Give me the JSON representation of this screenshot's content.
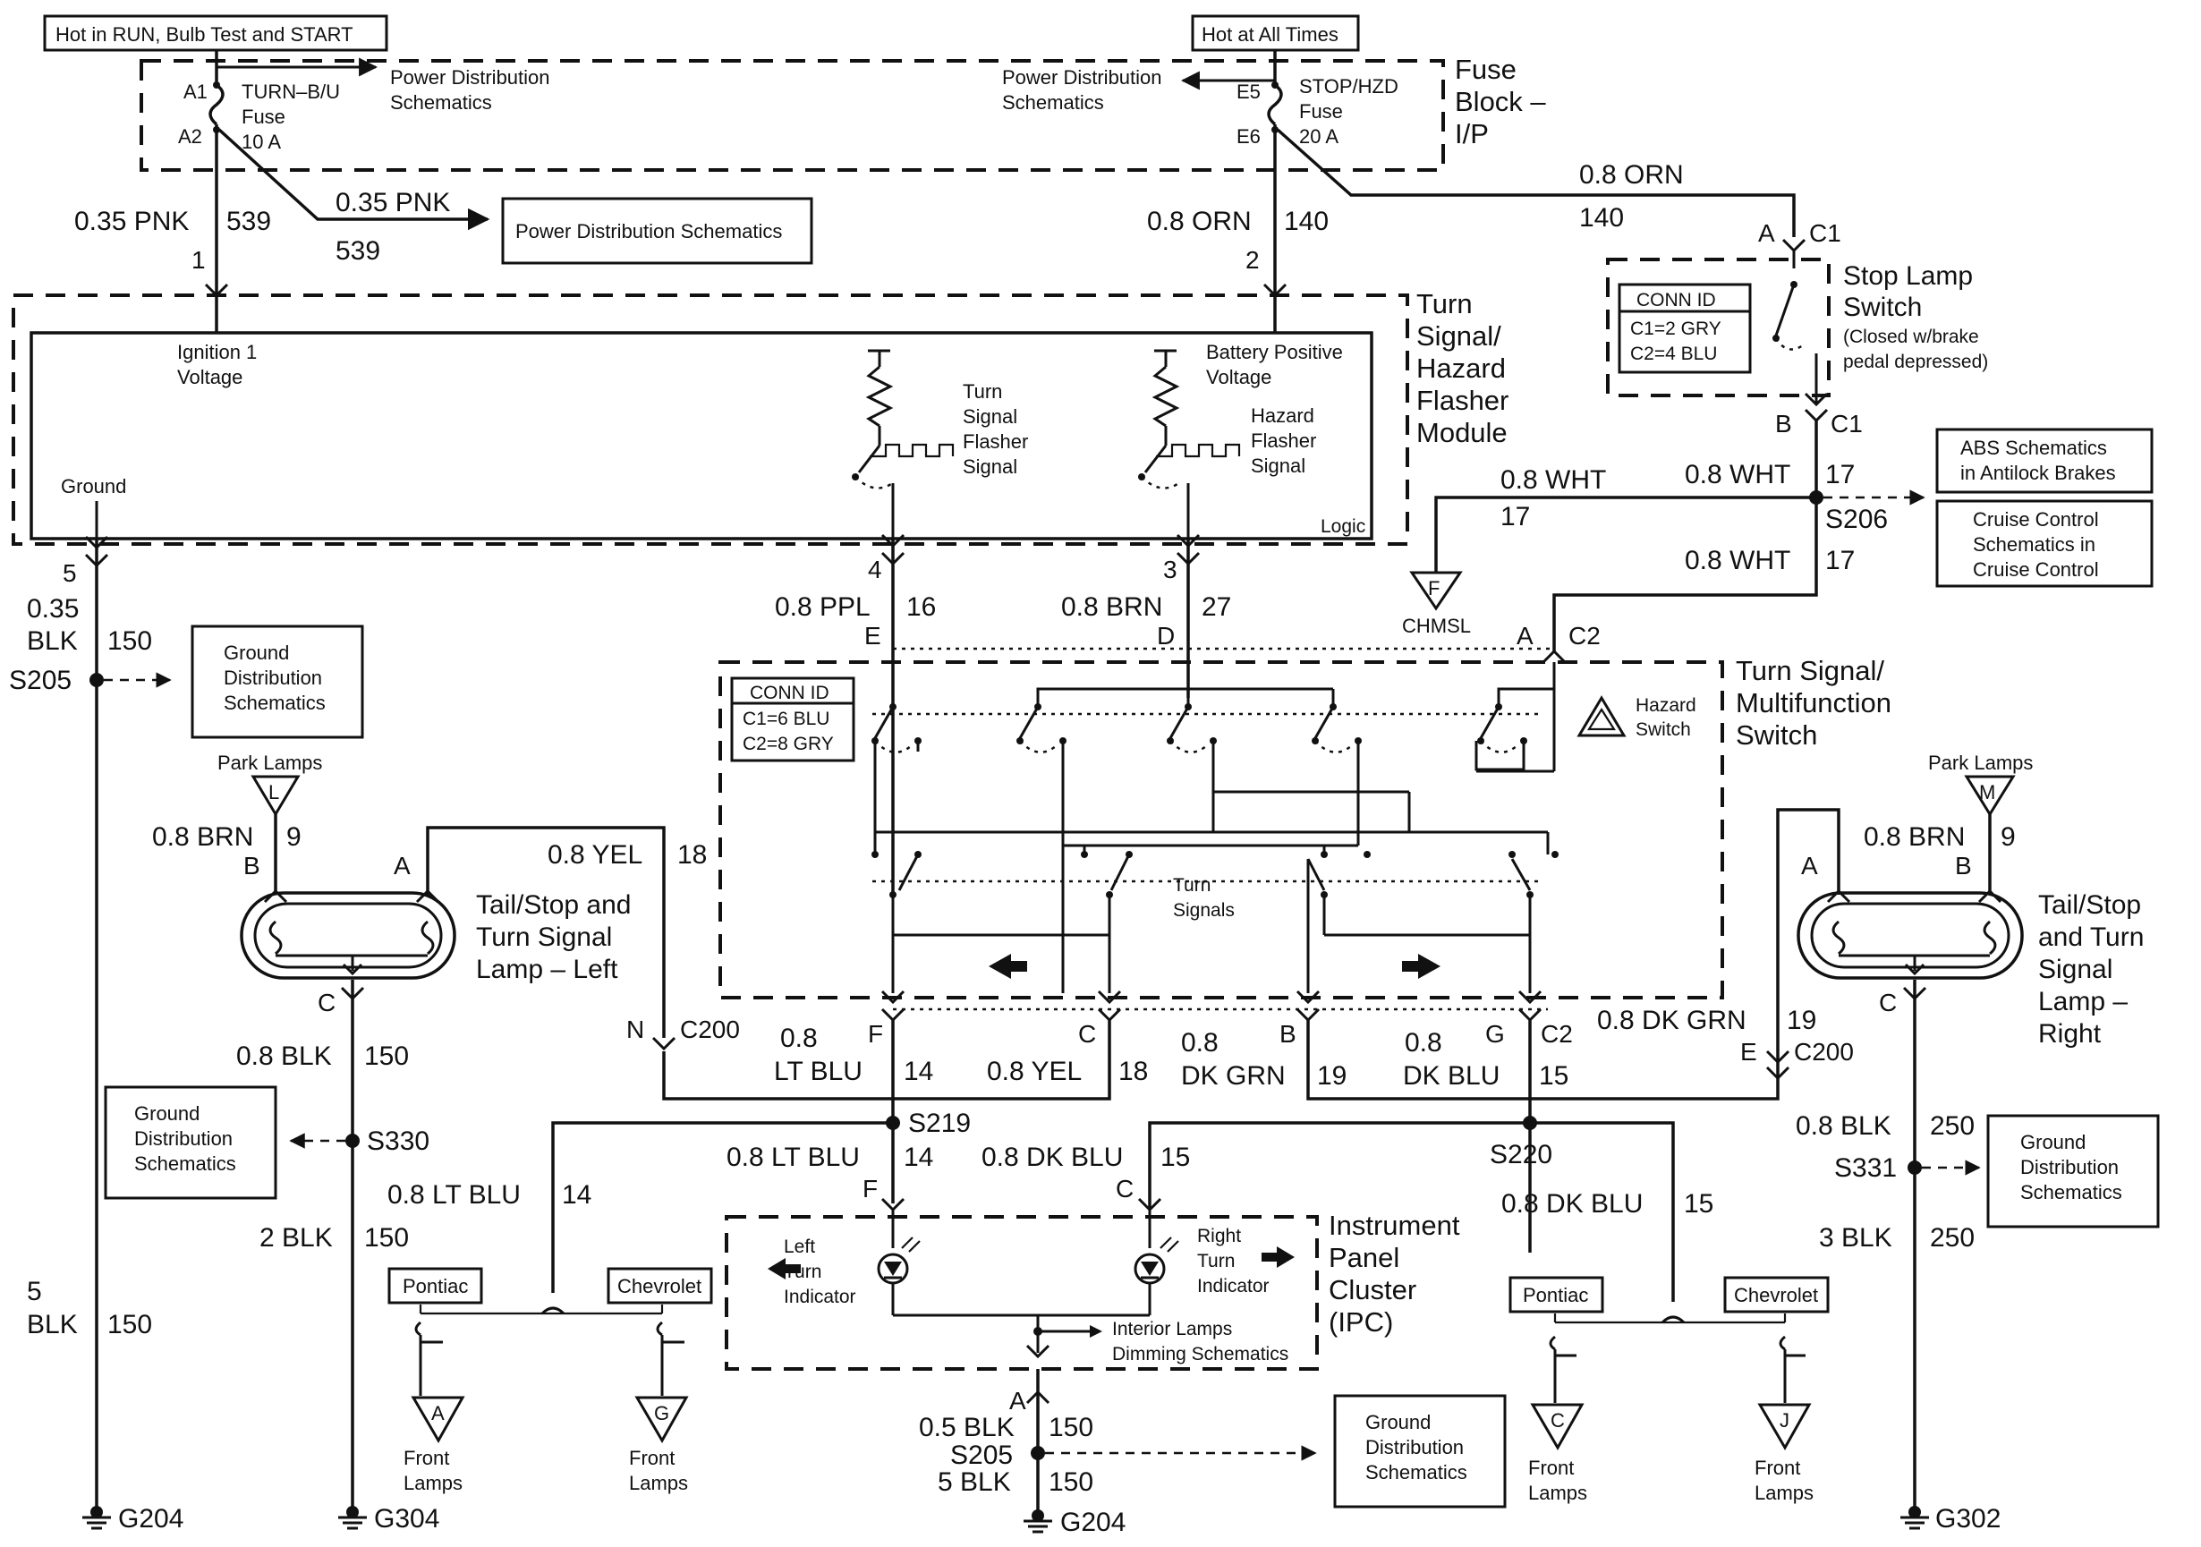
{
  "top_boxes": {
    "hot_run": "Hot in RUN, Bulb Test and START",
    "hot_all": "Hot at All Times"
  },
  "fuse_block": {
    "title": [
      "Fuse",
      "Block –",
      "I/P"
    ],
    "turn_fuse": [
      "TURN–B/U",
      "Fuse",
      "10 A"
    ],
    "stop_fuse": [
      "STOP/HZD",
      "Fuse",
      "20 A"
    ],
    "pins": {
      "a1": "A1",
      "a2": "A2",
      "e5": "E5",
      "e6": "E6"
    },
    "pds_left": [
      "Power Distribution",
      "Schematics"
    ],
    "pds_right": [
      "Power Distribution",
      "Schematics"
    ]
  },
  "wires": {
    "pnk_539_left": {
      "gauge": "0.35 PNK",
      "circuit": "539"
    },
    "pnk_539_branch": {
      "gauge": "0.35 PNK",
      "circuit": "539"
    },
    "orn_140_left": {
      "gauge": "0.8 ORN",
      "circuit": "140"
    },
    "orn_140_top": {
      "gauge": "0.8 ORN",
      "circuit": "140"
    },
    "wht_17_a": {
      "gauge": "0.8 WHT",
      "circuit": "17"
    },
    "wht_17_b": {
      "gauge": "0.8 WHT",
      "circuit": "17"
    },
    "wht_17_c": {
      "gauge": "0.8 WHT",
      "circuit": "17"
    },
    "blk_150_top": {
      "gauge": [
        "0.35",
        "BLK"
      ],
      "circuit": "150"
    },
    "ppl_16": {
      "gauge": "0.8 PPL",
      "circuit": "16"
    },
    "brn_27": {
      "gauge": "0.8 BRN",
      "circuit": "27"
    },
    "brn_9_left": {
      "gauge": "0.8 BRN",
      "circuit": "9"
    },
    "brn_9_right": {
      "gauge": "0.8 BRN",
      "circuit": "9"
    },
    "yel_18_top": {
      "gauge": "0.8 YEL",
      "circuit": "18"
    },
    "ltblu_14_c2": {
      "gauge": [
        "0.8",
        "LT BLU"
      ],
      "circuit": "14"
    },
    "yel_18_c2": {
      "gauge": "0.8 YEL",
      "circuit": "18"
    },
    "dkgrn_19_c2": {
      "gauge": [
        "0.8",
        "DK GRN"
      ],
      "circuit": "19"
    },
    "dkblu_15_c2": {
      "gauge": [
        "0.8",
        "DK BLU"
      ],
      "circuit": "15"
    },
    "dkgrn_19_right": {
      "gauge": "0.8 DK GRN",
      "circuit": "19"
    },
    "blk_150_left": {
      "gauge": "0.8 BLK",
      "circuit": "150"
    },
    "blk2_150": {
      "gauge": "2 BLK",
      "circuit": "150"
    },
    "blk5_150_left": {
      "gauge": [
        "5",
        "BLK"
      ],
      "circuit": "150"
    },
    "ltblu_14_s219": {
      "gauge": "0.8 LT BLU",
      "circuit": "14"
    },
    "ltblu_14_branch": {
      "gauge": "0.8 LT BLU",
      "circuit": "14"
    },
    "dkblu_15_ipc": {
      "gauge": "0.8 DK BLU",
      "circuit": "15"
    },
    "dkblu_15_branch": {
      "gauge": "0.8 DK BLU",
      "circuit": "15"
    },
    "blk05_150": {
      "gauge": "0.5 BLK",
      "circuit": "150"
    },
    "blk5_150_bottom": {
      "gauge": "5 BLK",
      "circuit": "150"
    },
    "blk_250": {
      "gauge": "0.8 BLK",
      "circuit": "250"
    },
    "blk3_250": {
      "gauge": "3 BLK",
      "circuit": "250"
    }
  },
  "connectors": {
    "pin1": "1",
    "pin2": "2",
    "pin3": "3",
    "pin4": "4",
    "pin5": "5",
    "a_c1": {
      "pin": "A",
      "conn": "C1"
    },
    "b_c1": {
      "pin": "B",
      "conn": "C1"
    },
    "a_c2": {
      "pin": "A",
      "conn": "C2"
    },
    "e": "E",
    "d": "D",
    "n_c200": {
      "pin": "N",
      "conn": "C200"
    },
    "e_c200": {
      "pin": "E",
      "conn": "C200"
    },
    "f": "F",
    "c": "C",
    "b": "B",
    "g_c2": {
      "pin": "G",
      "conn": "C2"
    },
    "f_ipc": "F",
    "c_ipc": "C",
    "a_ipc": "A",
    "lamp_left": {
      "b": "B",
      "a": "A",
      "c": "C"
    },
    "lamp_right": {
      "a": "A",
      "b": "B",
      "c": "C"
    }
  },
  "splices": {
    "s205_top": "S205",
    "s206": "S206",
    "s330": "S330",
    "s219": "S219",
    "s220": "S220",
    "s331": "S331",
    "s205_bottom": "S205"
  },
  "grounds": {
    "g204_left": "G204",
    "g304": "G304",
    "g204_bottom": "G204",
    "g302": "G302"
  },
  "flasher_module": {
    "title": [
      "Turn",
      "Signal/",
      "Hazard",
      "Flasher",
      "Module"
    ],
    "ignition": [
      "Ignition 1",
      "Voltage"
    ],
    "battery": [
      "Battery Positive",
      "Voltage"
    ],
    "turn_flasher": [
      "Turn",
      "Signal",
      "Flasher",
      "Signal"
    ],
    "hazard_flasher": [
      "Hazard",
      "Flasher",
      "Signal"
    ],
    "ground": "Ground",
    "logic": "Logic"
  },
  "pds_box": "Power Distribution Schematics",
  "stop_switch": {
    "title": [
      "Stop Lamp",
      "Switch"
    ],
    "note": [
      "(Closed w/brake",
      "pedal depressed)"
    ],
    "conn_id": [
      "CONN ID",
      "C1=2 GRY",
      "C2=4 BLU"
    ]
  },
  "abs_box": [
    "ABS Schematics",
    "in Antilock Brakes"
  ],
  "cruise_box": [
    "Cruise Control",
    "Schematics in",
    "Cruise Control"
  ],
  "chmsl": {
    "letter": "F",
    "label": "CHMSL"
  },
  "multifunction": {
    "title": [
      "Turn Signal/",
      "Multifunction",
      "Switch"
    ],
    "conn_id": [
      "CONN ID",
      "C1=6 BLU",
      "C2=8 GRY"
    ],
    "hazard": [
      "Hazard",
      "Switch"
    ],
    "turn_signals": [
      "Turn",
      "Signals"
    ]
  },
  "ground_dist": {
    "g1": [
      "Ground",
      "Distribution",
      "Schematics"
    ],
    "g2": [
      "Ground",
      "Distribution",
      "Schematics"
    ],
    "g3": [
      "Ground",
      "Distribution",
      "Schematics"
    ],
    "g4": [
      "Ground",
      "Distribution",
      "Schematics"
    ]
  },
  "park_lamps": {
    "left": {
      "label": "Park Lamps",
      "letter": "L"
    },
    "right": {
      "label": "Park Lamps",
      "letter": "M"
    }
  },
  "lamp_left_title": [
    "Tail/Stop and",
    "Turn Signal",
    "Lamp – Left"
  ],
  "lamp_right_title": [
    "Tail/Stop",
    "and Turn",
    "Signal",
    "Lamp –",
    "Right"
  ],
  "ipc": {
    "title": [
      "Instrument",
      "Panel",
      "Cluster",
      "(IPC)"
    ],
    "left_turn": [
      "Left",
      "Turn",
      "Indicator"
    ],
    "right_turn": [
      "Right",
      "Turn",
      "Indicator"
    ],
    "dimming": [
      "Interior Lamps",
      "Dimming Schematics"
    ]
  },
  "options": {
    "pontiac_l": "Pontiac",
    "chevrolet_l": "Chevrolet",
    "pontiac_r": "Pontiac",
    "chevrolet_r": "Chevrolet"
  },
  "front_lamps": {
    "a": {
      "letter": "A",
      "label": [
        "Front",
        "Lamps"
      ]
    },
    "g": {
      "letter": "G",
      "label": [
        "Front",
        "Lamps"
      ]
    },
    "c": {
      "letter": "C",
      "label": [
        "Front",
        "Lamps"
      ]
    },
    "j": {
      "letter": "J",
      "label": [
        "Front",
        "Lamps"
      ]
    }
  }
}
